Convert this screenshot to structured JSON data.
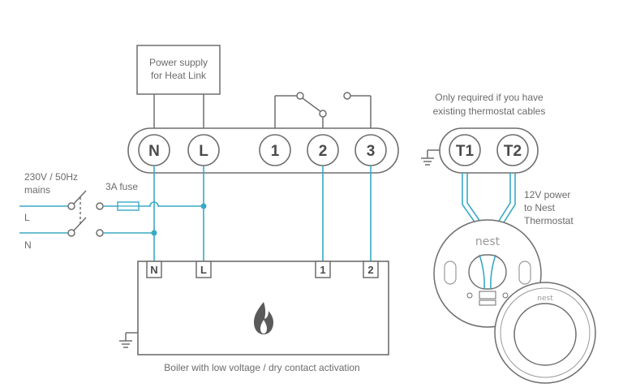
{
  "labels": {
    "power_supply_line1": "Power supply",
    "power_supply_line2": "for Heat Link",
    "mains_line1": "230V / 50Hz",
    "mains_line2": "mains",
    "live": "L",
    "neutral": "N",
    "fuse": "3A fuse",
    "optional_line1": "Only required if you have",
    "optional_line2": "existing thermostat cables",
    "power12_line1": "12V power",
    "power12_line2": "to Nest",
    "power12_line3": "Thermostat",
    "boiler_caption": "Boiler with low voltage / dry contact activation"
  },
  "heatlink_terminals": [
    "N",
    "L",
    "1",
    "2",
    "3"
  ],
  "thermostat_terminals": [
    "T1",
    "T2"
  ],
  "boiler_terminals": [
    "N",
    "L",
    "1",
    "2"
  ],
  "brand": {
    "base_logo": "nest",
    "thermostat_logo": "nest"
  },
  "icons": [
    "flame-icon",
    "ground-icon",
    "switch-icon",
    "fuse-icon"
  ],
  "colors": {
    "wire": "#3aa9c4",
    "outline": "#6e6e6e",
    "text": "#6b6b6b"
  }
}
